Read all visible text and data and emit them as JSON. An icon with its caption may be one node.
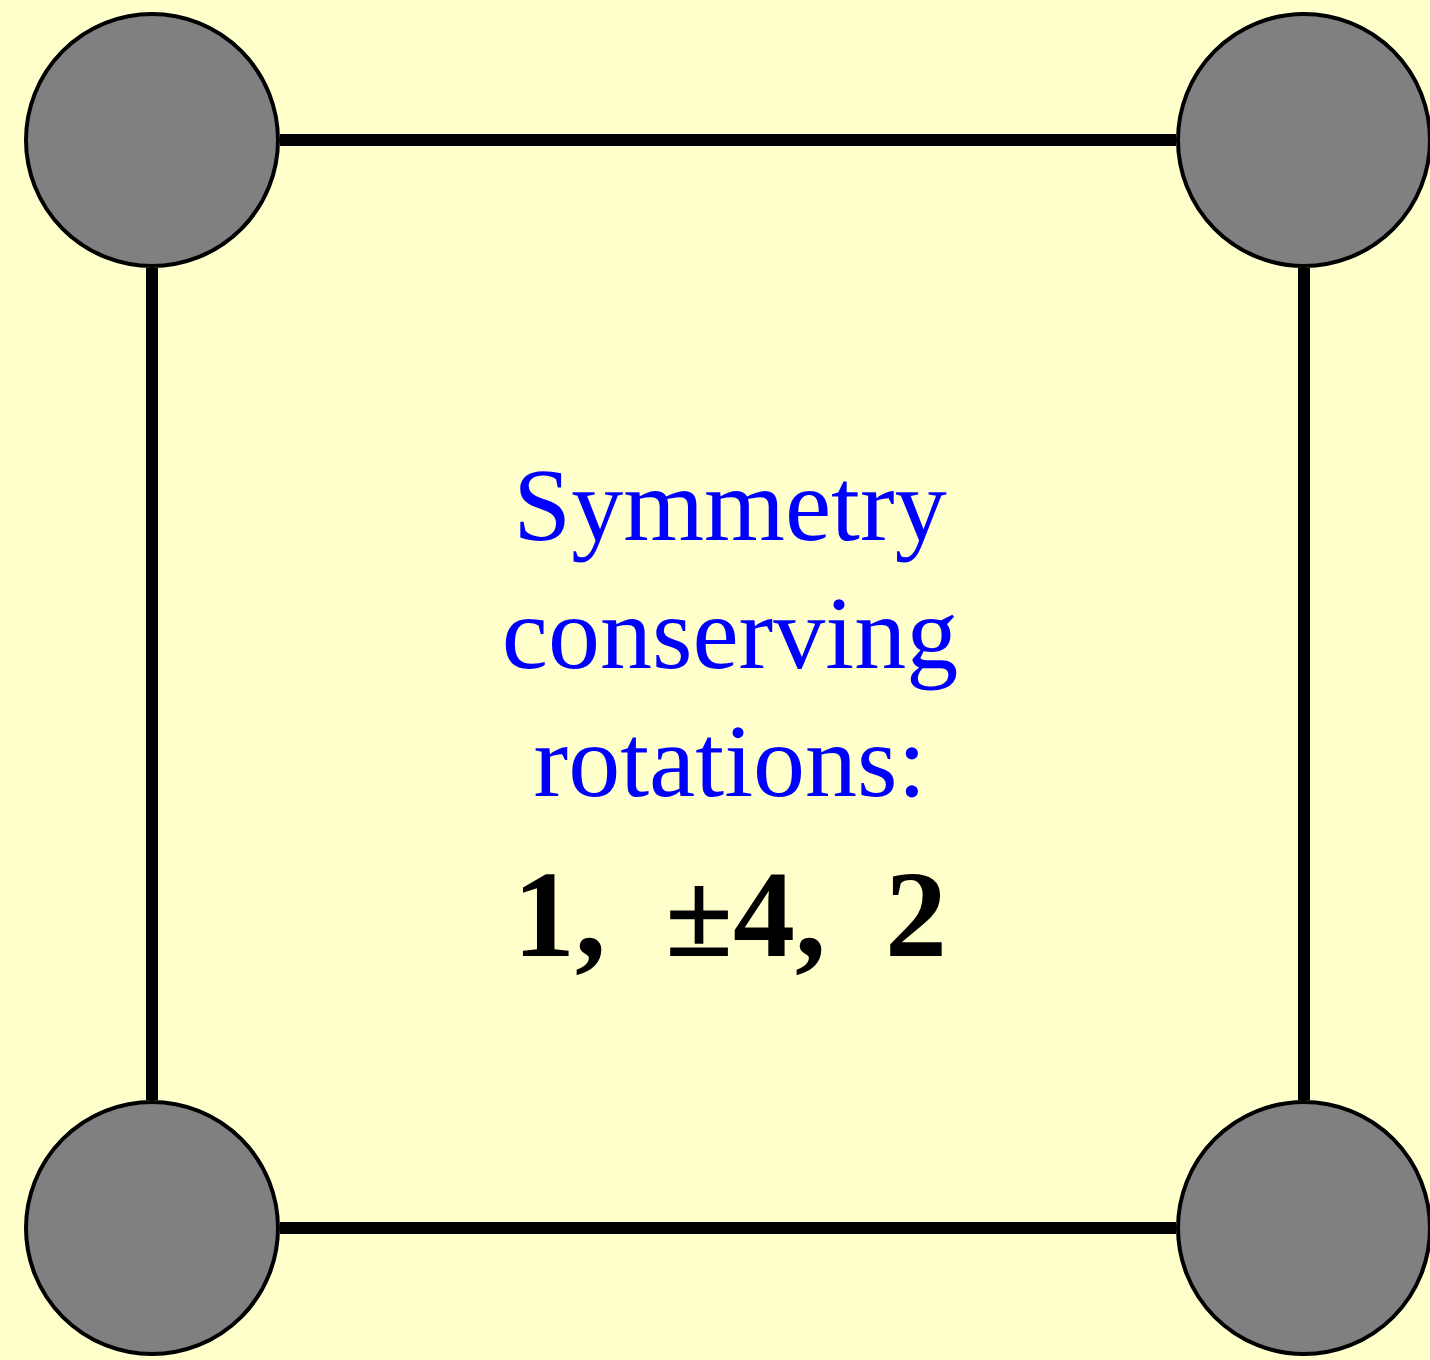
{
  "diagram": {
    "nodes": [
      {
        "text": [],
        "shape": "circle"
      },
      {
        "text": [],
        "shape": "circle"
      },
      {
        "text": [],
        "shape": "circle"
      },
      {
        "text": [],
        "shape": "circle"
      }
    ],
    "edges": [
      {
        "from": 0,
        "to": 1,
        "arrow": "none"
      },
      {
        "from": 0,
        "to": 2,
        "arrow": "none"
      },
      {
        "from": 1,
        "to": 3,
        "arrow": "none"
      },
      {
        "from": 2,
        "to": 3,
        "arrow": "none"
      }
    ],
    "labels": [
      "Symmetry conserving rotations:",
      "1, ±4, 2"
    ]
  }
}
